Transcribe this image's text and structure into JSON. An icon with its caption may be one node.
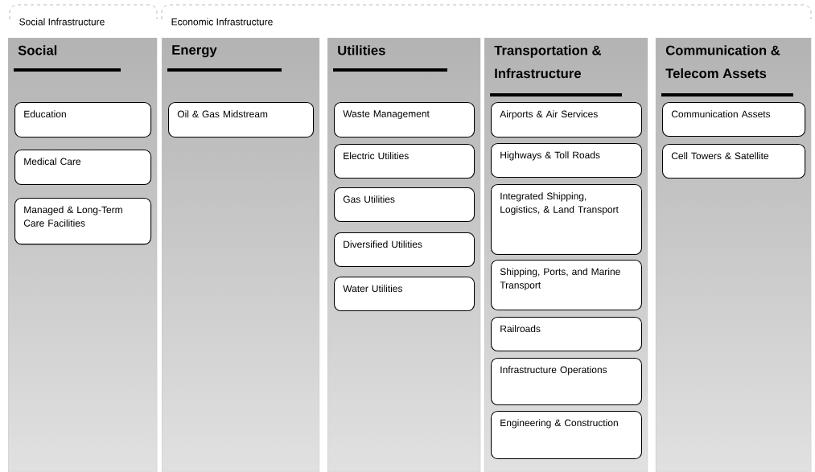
{
  "diagram": {
    "nodes": [
      {
        "text": [
          "Social"
        ]
      },
      {
        "text": [
          "Education"
        ],
        "in": 0
      },
      {
        "text": [
          "Medical Care"
        ],
        "in": 0
      },
      {
        "text": [
          "Managed & Long-Term Care Facilities"
        ],
        "in": 0
      },
      {
        "text": [
          "Energy"
        ]
      },
      {
        "text": [
          "Oil & Gas Midstream"
        ],
        "in": 4
      },
      {
        "text": [
          "Utilities"
        ]
      },
      {
        "text": [
          "Waste Management"
        ],
        "in": 6
      },
      {
        "text": [
          "Electric Utilities"
        ],
        "in": 6
      },
      {
        "text": [
          "Gas Utilities"
        ],
        "in": 6
      },
      {
        "text": [
          "Diversified Utilities"
        ],
        "in": 6
      },
      {
        "text": [
          "Water Utilities"
        ],
        "in": 6
      },
      {
        "text": [
          "Transportation & Infrastructure"
        ]
      },
      {
        "text": [
          "Airports & Air Services"
        ],
        "in": 12
      },
      {
        "text": [
          "Highways & Toll Roads"
        ],
        "in": 12
      },
      {
        "text": [
          "Integrated Shipping, Logistics, & Land Transport"
        ],
        "in": 12
      },
      {
        "text": [
          "Shipping, Ports, and Marine Transport"
        ],
        "in": 12
      },
      {
        "text": [
          "Railroads"
        ],
        "in": 12
      },
      {
        "text": [
          "Infrastructure Operations"
        ],
        "in": 12
      },
      {
        "text": [
          "Engineering & Construction"
        ],
        "in": 12
      },
      {
        "text": [
          "Communication & Telecom Assets"
        ]
      },
      {
        "text": [
          "Communication Assets"
        ],
        "in": 20
      },
      {
        "text": [
          "Cell Towers & Satellite"
        ],
        "in": 20
      }
    ],
    "labels": [
      "Social Infrastructure",
      "Economic Infrastructure"
    ]
  }
}
